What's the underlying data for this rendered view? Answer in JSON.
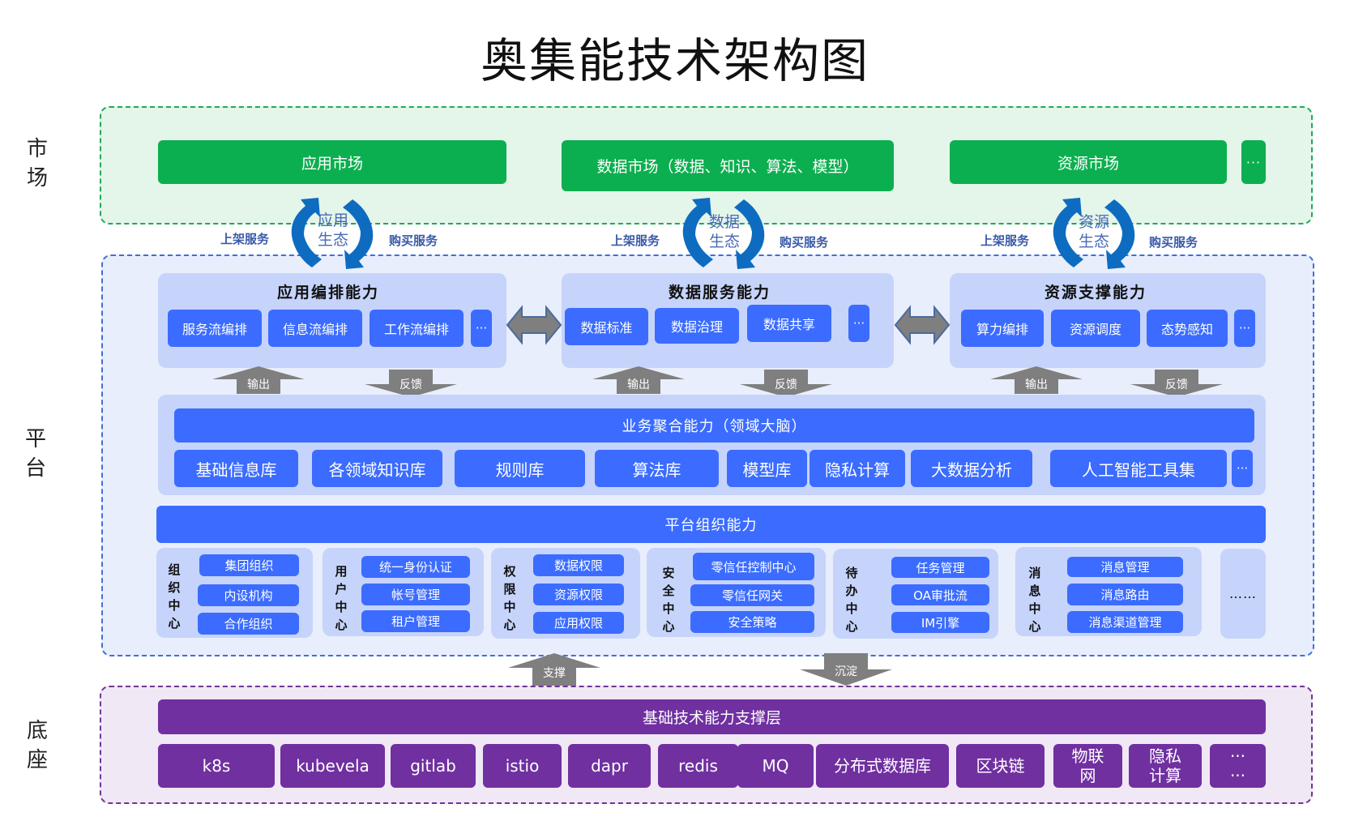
{
  "title": "奥集能技术架构图",
  "layers": {
    "market": "市\n场",
    "platform": "平\n台",
    "base": "底\n座"
  },
  "market": {
    "items": [
      "应用市场",
      "数据市场（数据、知识、算法、模型）",
      "资源市场",
      "···"
    ]
  },
  "ecosystem": [
    {
      "label": "应用\n生态",
      "publish": "上架服务",
      "buy": "购买服务"
    },
    {
      "label": "数据\n生态",
      "publish": "上架服务",
      "buy": "购买服务"
    },
    {
      "label": "资源\n生态",
      "publish": "上架服务",
      "buy": "购买服务"
    }
  ],
  "capabilities": [
    {
      "title": "应用编排能力",
      "items": [
        "服务流编排",
        "信息流编排",
        "工作流编排",
        "···"
      ]
    },
    {
      "title": "数据服务能力",
      "items": [
        "数据标准",
        "数据治理",
        "数据共享",
        "···"
      ]
    },
    {
      "title": "资源支撑能力",
      "items": [
        "算力编排",
        "资源调度",
        "态势感知",
        "···"
      ]
    }
  ],
  "flow_arrows": {
    "output": "输出",
    "feedback": "反馈",
    "support": "支撑",
    "settle": "沉淀"
  },
  "business": {
    "title": "业务聚合能力（领域大脑）",
    "items": [
      "基础信息库",
      "各领域知识库",
      "规则库",
      "算法库",
      "模型库",
      "隐私计算",
      "大数据分析",
      "人工智能工具集",
      "···"
    ]
  },
  "org": {
    "title": "平台组织能力",
    "centers": [
      {
        "label": "组\n织\n中\n心",
        "items": [
          "集团组织",
          "内设机构",
          "合作组织"
        ]
      },
      {
        "label": "用\n户\n中\n心",
        "items": [
          "统一身份认证",
          "帐号管理",
          "租户管理"
        ]
      },
      {
        "label": "权\n限\n中\n心",
        "items": [
          "数据权限",
          "资源权限",
          "应用权限"
        ]
      },
      {
        "label": "安\n全\n中\n心",
        "items": [
          "零信任控制中心",
          "零信任网关",
          "安全策略"
        ]
      },
      {
        "label": "待\n办\n中\n心",
        "items": [
          "任务管理",
          "OA审批流",
          "IM引擎"
        ]
      },
      {
        "label": "消\n息\n中\n心",
        "items": [
          "消息管理",
          "消息路由",
          "消息渠道管理"
        ]
      }
    ],
    "more": "……"
  },
  "base": {
    "title": "基础技术能力支撑层",
    "items": [
      "k8s",
      "kubevela",
      "gitlab",
      "istio",
      "dapr",
      "redis",
      "MQ",
      "分布式数据库",
      "区块链",
      "物联\n网",
      "隐私\n计算",
      "···\n···"
    ]
  },
  "colors": {
    "market_green": "#0caf4f",
    "platform_blue": "#3b6cff",
    "base_purple": "#7030a0",
    "cycle_blue": "#0d6cc0",
    "arrow_gray": "#7f7f7f"
  }
}
